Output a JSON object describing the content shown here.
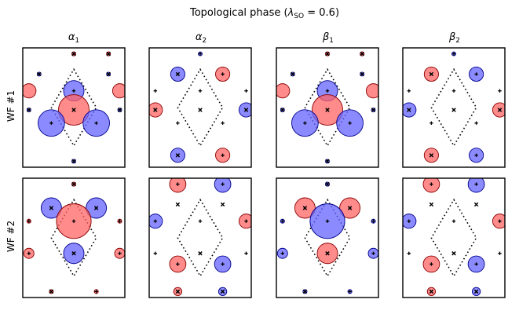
{
  "title": "Topological phase (λSO = 0.6)",
  "title_parts": {
    "prefix": "Topological phase (",
    "lambda": "λ",
    "sub": "SO",
    "suffix": " = 0.6)"
  },
  "columns": [
    {
      "sym": "α",
      "sub": "1"
    },
    {
      "sym": "α",
      "sub": "2"
    },
    {
      "sym": "β",
      "sub": "1"
    },
    {
      "sym": "β",
      "sub": "2"
    }
  ],
  "rows": [
    "WF #1",
    "WF #2"
  ],
  "colors": {
    "positive": "#ff6464",
    "negative": "#6464ff",
    "edge_pos": "#8b0000",
    "edge_neg": "#00008b",
    "frame": "#000000"
  },
  "panels": [
    [
      {
        "circles": [
          [
            0.5,
            0.05,
            0.02,
            "p"
          ],
          [
            0.84,
            0.05,
            0.02,
            "p"
          ],
          [
            0.16,
            0.22,
            0.01,
            "n"
          ],
          [
            0.84,
            0.22,
            0.01,
            "n"
          ],
          [
            0.5,
            0.36,
            0.1,
            "n"
          ],
          [
            0.06,
            0.36,
            0.07,
            "p"
          ],
          [
            0.95,
            0.36,
            0.07,
            "p"
          ],
          [
            0.5,
            0.52,
            0.15,
            "p"
          ],
          [
            0.06,
            0.52,
            0.01,
            "n"
          ],
          [
            0.95,
            0.52,
            0.01,
            "n"
          ],
          [
            0.28,
            0.63,
            0.13,
            "n"
          ],
          [
            0.72,
            0.63,
            0.13,
            "n"
          ],
          [
            0.5,
            0.95,
            0.01,
            "n"
          ]
        ],
        "plus": [
          [
            0.5,
            0.36
          ],
          [
            0.28,
            0.63
          ],
          [
            0.72,
            0.63
          ]
        ],
        "cross": [
          [
            0.5,
            0.05
          ],
          [
            0.84,
            0.05
          ],
          [
            0.16,
            0.22
          ],
          [
            0.84,
            0.22
          ],
          [
            0.5,
            0.52
          ],
          [
            0.06,
            0.52
          ],
          [
            0.95,
            0.52
          ],
          [
            0.5,
            0.95
          ]
        ]
      },
      {
        "circles": [
          [
            0.5,
            0.05,
            0.01,
            "n"
          ],
          [
            0.28,
            0.22,
            0.07,
            "n"
          ],
          [
            0.72,
            0.22,
            0.07,
            "p"
          ],
          [
            0.06,
            0.52,
            0.07,
            "p"
          ],
          [
            0.95,
            0.52,
            0.07,
            "n"
          ],
          [
            0.28,
            0.9,
            0.07,
            "n"
          ],
          [
            0.72,
            0.9,
            0.07,
            "p"
          ]
        ],
        "plus": [
          [
            0.5,
            0.05
          ],
          [
            0.72,
            0.22
          ],
          [
            0.06,
            0.36
          ],
          [
            0.95,
            0.36
          ],
          [
            0.5,
            0.36
          ],
          [
            0.28,
            0.63
          ],
          [
            0.72,
            0.63
          ],
          [
            0.72,
            0.9
          ]
        ],
        "cross": [
          [
            0.28,
            0.22
          ],
          [
            0.06,
            0.52
          ],
          [
            0.95,
            0.52
          ],
          [
            0.5,
            0.52
          ],
          [
            0.28,
            0.9
          ]
        ]
      },
      {
        "circles": [
          [
            0.5,
            0.05,
            0.02,
            "p"
          ],
          [
            0.84,
            0.05,
            0.02,
            "p"
          ],
          [
            0.16,
            0.22,
            0.01,
            "n"
          ],
          [
            0.84,
            0.22,
            0.01,
            "n"
          ],
          [
            0.5,
            0.36,
            0.1,
            "n"
          ],
          [
            0.06,
            0.36,
            0.07,
            "p"
          ],
          [
            0.95,
            0.36,
            0.07,
            "p"
          ],
          [
            0.5,
            0.52,
            0.15,
            "p"
          ],
          [
            0.06,
            0.52,
            0.01,
            "n"
          ],
          [
            0.95,
            0.52,
            0.01,
            "n"
          ],
          [
            0.28,
            0.63,
            0.13,
            "n"
          ],
          [
            0.72,
            0.63,
            0.13,
            "n"
          ],
          [
            0.5,
            0.95,
            0.01,
            "n"
          ]
        ],
        "plus": [
          [
            0.5,
            0.36
          ],
          [
            0.28,
            0.63
          ],
          [
            0.72,
            0.63
          ]
        ],
        "cross": [
          [
            0.5,
            0.05
          ],
          [
            0.84,
            0.05
          ],
          [
            0.16,
            0.22
          ],
          [
            0.84,
            0.22
          ],
          [
            0.5,
            0.52
          ],
          [
            0.06,
            0.52
          ],
          [
            0.95,
            0.52
          ],
          [
            0.5,
            0.95
          ]
        ]
      },
      {
        "circles": [
          [
            0.5,
            0.05,
            0.01,
            "n"
          ],
          [
            0.28,
            0.22,
            0.07,
            "p"
          ],
          [
            0.72,
            0.22,
            0.07,
            "n"
          ],
          [
            0.06,
            0.52,
            0.07,
            "n"
          ],
          [
            0.95,
            0.52,
            0.07,
            "p"
          ],
          [
            0.28,
            0.9,
            0.07,
            "p"
          ],
          [
            0.72,
            0.9,
            0.07,
            "n"
          ]
        ],
        "plus": [
          [
            0.5,
            0.05
          ],
          [
            0.72,
            0.22
          ],
          [
            0.06,
            0.36
          ],
          [
            0.95,
            0.36
          ],
          [
            0.5,
            0.36
          ],
          [
            0.28,
            0.63
          ],
          [
            0.72,
            0.63
          ],
          [
            0.72,
            0.9
          ]
        ],
        "cross": [
          [
            0.28,
            0.22
          ],
          [
            0.06,
            0.52
          ],
          [
            0.95,
            0.52
          ],
          [
            0.5,
            0.52
          ],
          [
            0.28,
            0.9
          ]
        ]
      }
    ],
    [
      {
        "circles": [
          [
            0.5,
            0.05,
            0.02,
            "p"
          ],
          [
            0.28,
            0.25,
            0.1,
            "n"
          ],
          [
            0.72,
            0.25,
            0.1,
            "n"
          ],
          [
            0.5,
            0.36,
            0.17,
            "p"
          ],
          [
            0.06,
            0.36,
            0.02,
            "p"
          ],
          [
            0.95,
            0.36,
            0.02,
            "p"
          ],
          [
            0.06,
            0.63,
            0.05,
            "p"
          ],
          [
            0.95,
            0.63,
            0.05,
            "p"
          ],
          [
            0.5,
            0.63,
            0.1,
            "n"
          ],
          [
            0.28,
            0.95,
            0.02,
            "p"
          ],
          [
            0.72,
            0.95,
            0.02,
            "p"
          ]
        ],
        "plus": [
          [
            0.5,
            0.36
          ],
          [
            0.06,
            0.36
          ],
          [
            0.95,
            0.36
          ],
          [
            0.06,
            0.63
          ],
          [
            0.95,
            0.63
          ],
          [
            0.72,
            0.95
          ]
        ],
        "cross": [
          [
            0.28,
            0.25
          ],
          [
            0.72,
            0.25
          ],
          [
            0.5,
            0.63
          ],
          [
            0.5,
            0.05
          ],
          [
            0.28,
            0.95
          ]
        ]
      },
      {
        "circles": [
          [
            0.28,
            0.05,
            0.08,
            "p"
          ],
          [
            0.72,
            0.05,
            0.08,
            "n"
          ],
          [
            0.06,
            0.36,
            0.07,
            "n"
          ],
          [
            0.95,
            0.36,
            0.07,
            "p"
          ],
          [
            0.28,
            0.72,
            0.08,
            "p"
          ],
          [
            0.72,
            0.72,
            0.08,
            "n"
          ],
          [
            0.28,
            0.95,
            0.04,
            "p"
          ],
          [
            0.72,
            0.95,
            0.04,
            "n"
          ]
        ],
        "plus": [
          [
            0.28,
            0.05
          ],
          [
            0.72,
            0.05
          ],
          [
            0.06,
            0.36
          ],
          [
            0.95,
            0.36
          ],
          [
            0.28,
            0.72
          ],
          [
            0.72,
            0.72
          ],
          [
            0.5,
            0.36
          ],
          [
            0.06,
            0.63
          ],
          [
            0.95,
            0.63
          ]
        ],
        "cross": [
          [
            0.28,
            0.22
          ],
          [
            0.72,
            0.22
          ],
          [
            0.5,
            0.63
          ],
          [
            0.28,
            0.95
          ],
          [
            0.72,
            0.95
          ]
        ]
      },
      {
        "circles": [
          [
            0.5,
            0.05,
            0.02,
            "n"
          ],
          [
            0.28,
            0.25,
            0.1,
            "p"
          ],
          [
            0.72,
            0.25,
            0.1,
            "p"
          ],
          [
            0.5,
            0.36,
            0.17,
            "n"
          ],
          [
            0.06,
            0.36,
            0.02,
            "n"
          ],
          [
            0.95,
            0.36,
            0.02,
            "n"
          ],
          [
            0.06,
            0.63,
            0.05,
            "n"
          ],
          [
            0.95,
            0.63,
            0.05,
            "n"
          ],
          [
            0.5,
            0.63,
            0.1,
            "p"
          ],
          [
            0.28,
            0.95,
            0.02,
            "n"
          ],
          [
            0.72,
            0.95,
            0.02,
            "n"
          ]
        ],
        "plus": [
          [
            0.5,
            0.36
          ],
          [
            0.06,
            0.36
          ],
          [
            0.95,
            0.36
          ],
          [
            0.06,
            0.63
          ],
          [
            0.95,
            0.63
          ],
          [
            0.72,
            0.95
          ]
        ],
        "cross": [
          [
            0.28,
            0.25
          ],
          [
            0.72,
            0.25
          ],
          [
            0.5,
            0.63
          ],
          [
            0.5,
            0.05
          ],
          [
            0.28,
            0.95
          ]
        ]
      },
      {
        "circles": [
          [
            0.28,
            0.05,
            0.08,
            "p"
          ],
          [
            0.72,
            0.05,
            0.08,
            "n"
          ],
          [
            0.06,
            0.36,
            0.07,
            "n"
          ],
          [
            0.95,
            0.36,
            0.07,
            "p"
          ],
          [
            0.28,
            0.72,
            0.08,
            "p"
          ],
          [
            0.72,
            0.72,
            0.08,
            "n"
          ],
          [
            0.28,
            0.95,
            0.04,
            "p"
          ],
          [
            0.72,
            0.95,
            0.04,
            "n"
          ]
        ],
        "plus": [
          [
            0.28,
            0.05
          ],
          [
            0.72,
            0.05
          ],
          [
            0.06,
            0.36
          ],
          [
            0.95,
            0.36
          ],
          [
            0.28,
            0.72
          ],
          [
            0.72,
            0.72
          ],
          [
            0.5,
            0.36
          ],
          [
            0.06,
            0.63
          ],
          [
            0.95,
            0.63
          ]
        ],
        "cross": [
          [
            0.28,
            0.22
          ],
          [
            0.72,
            0.22
          ],
          [
            0.5,
            0.63
          ],
          [
            0.28,
            0.95
          ],
          [
            0.72,
            0.95
          ]
        ]
      }
    ]
  ]
}
